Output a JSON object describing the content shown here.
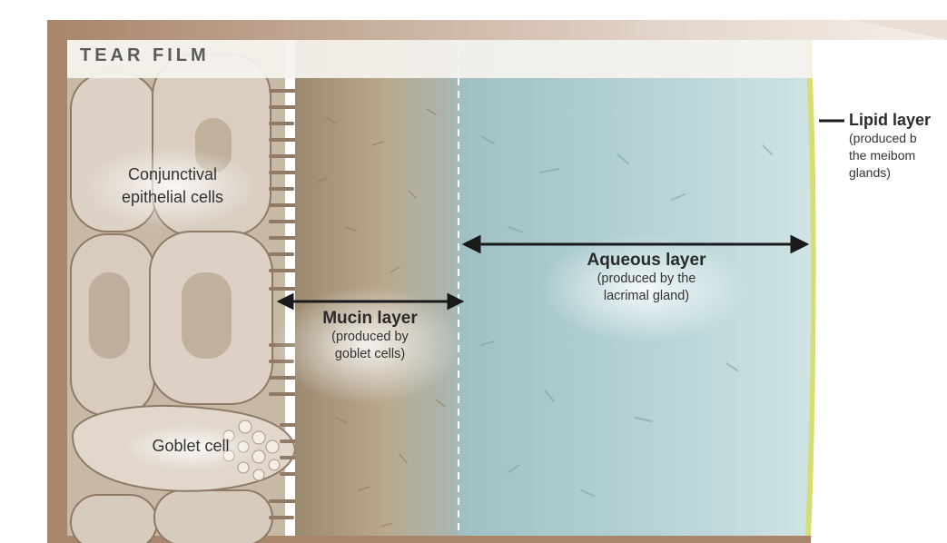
{
  "figure": {
    "title": "TEAR FILM",
    "labels": {
      "conjunctival": [
        "Conjunctival",
        "epithelial cells"
      ],
      "goblet_cell": "Goblet cell",
      "mucin": {
        "name": "Mucin layer",
        "detail": [
          "(produced by",
          "goblet cells)"
        ]
      },
      "aqueous": {
        "name": "Aqueous layer",
        "detail": [
          "(produced by the",
          "lacrimal gland)"
        ]
      },
      "lipid": {
        "name": "Lipid layer",
        "detail": [
          "(produced b",
          "the meibom",
          "glands)"
        ]
      }
    },
    "colors": {
      "frame": "#b9987f",
      "cells": "#d7cbbd",
      "cell_outline": "#8f7a66",
      "mucin_zone": "#b8a486",
      "aqueous": "#a9cbd0",
      "lipid_line": "#d6de6f",
      "arrow": "#1a1a1a"
    }
  }
}
